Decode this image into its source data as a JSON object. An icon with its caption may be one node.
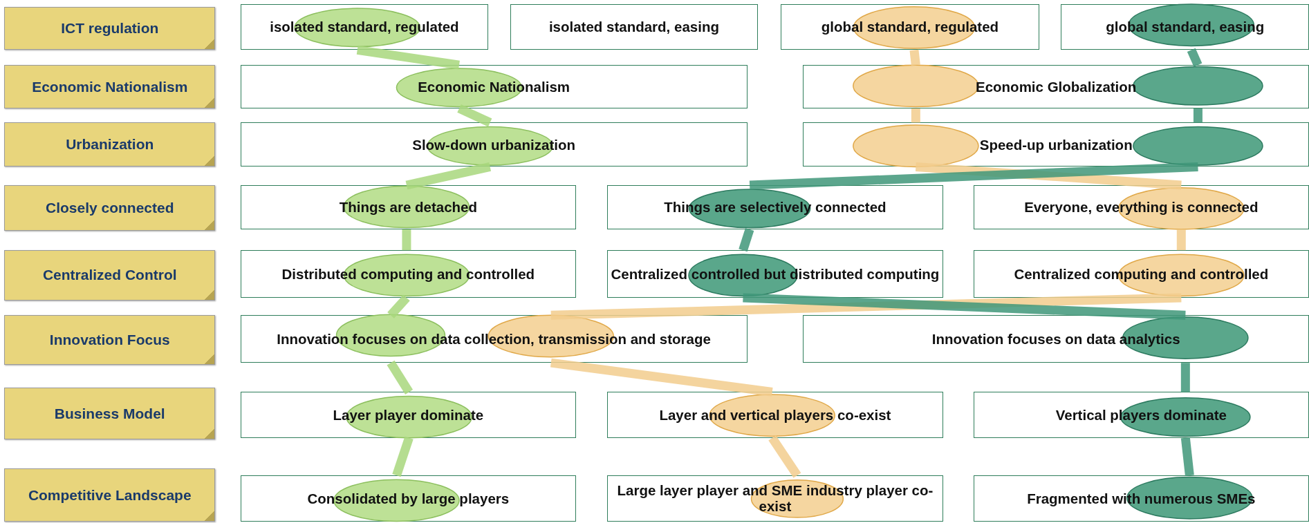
{
  "diagram": {
    "nodes": [
      {
        "text": [
          "ICT regulation"
        ]
      },
      {
        "text": [
          "Economic Nationalism"
        ]
      },
      {
        "text": [
          "Urbanization"
        ]
      },
      {
        "text": [
          "Closely connected"
        ]
      },
      {
        "text": [
          "Centralized Control"
        ]
      },
      {
        "text": [
          "Innovation Focus"
        ]
      },
      {
        "text": [
          "Business Model"
        ]
      },
      {
        "text": [
          "Competitive Landscape"
        ]
      },
      {
        "text": [
          "isolated standard, regulated"
        ]
      },
      {
        "text": [
          "isolated standard, easing"
        ]
      },
      {
        "text": [
          "global standard, regulated"
        ]
      },
      {
        "text": [
          "global standard, easing"
        ]
      },
      {
        "text": [
          "Economic Nationalism"
        ]
      },
      {
        "text": [
          "Economic Globalization"
        ]
      },
      {
        "text": [
          "Slow-down urbanization"
        ]
      },
      {
        "text": [
          "Speed-up urbanization"
        ]
      },
      {
        "text": [
          "Things are detached"
        ]
      },
      {
        "text": [
          "Things are selectively connected"
        ]
      },
      {
        "text": [
          "Everyone, everything is connected"
        ]
      },
      {
        "text": [
          "Distributed computing and controlled"
        ]
      },
      {
        "text": [
          "Centralized controlled but distributed computing"
        ]
      },
      {
        "text": [
          "Centralized computing and controlled"
        ]
      },
      {
        "text": [
          "Innovation focuses on data collection, transmission and storage"
        ]
      },
      {
        "text": [
          "Innovation focuses on data analytics"
        ]
      },
      {
        "text": [
          "Layer player dominate"
        ]
      },
      {
        "text": [
          "Layer and vertical players co-exist"
        ]
      },
      {
        "text": [
          "Vertical players dominate"
        ]
      },
      {
        "text": [
          "Consolidated by large players"
        ]
      },
      {
        "text": [
          "Large layer player and SME industry player co-exist"
        ]
      },
      {
        "text": [
          "Fragmented with numerous SMEs"
        ]
      }
    ],
    "edges": [
      {
        "from": 8,
        "to": 12,
        "arrow": "none",
        "color": "#a8d77c"
      },
      {
        "from": 12,
        "to": 14,
        "arrow": "none",
        "color": "#a8d77c"
      },
      {
        "from": 14,
        "to": 16,
        "arrow": "none",
        "color": "#a8d77c"
      },
      {
        "from": 16,
        "to": 19,
        "arrow": "none",
        "color": "#a8d77c"
      },
      {
        "from": 19,
        "to": 22,
        "arrow": "none",
        "color": "#a8d77c"
      },
      {
        "from": 22,
        "to": 24,
        "arrow": "none",
        "color": "#a8d77c"
      },
      {
        "from": 24,
        "to": 27,
        "arrow": "none",
        "color": "#a8d77c"
      },
      {
        "from": 10,
        "to": 13,
        "arrow": "none",
        "color": "#f2cd8d"
      },
      {
        "from": 13,
        "to": 15,
        "arrow": "none",
        "color": "#f2cd8d"
      },
      {
        "from": 15,
        "to": 18,
        "arrow": "none",
        "color": "#f2cd8d"
      },
      {
        "from": 18,
        "to": 21,
        "arrow": "none",
        "color": "#f2cd8d"
      },
      {
        "from": 21,
        "to": 22,
        "arrow": "none",
        "color": "#f2cd8d"
      },
      {
        "from": 22,
        "to": 25,
        "arrow": "none",
        "color": "#f2cd8d"
      },
      {
        "from": 25,
        "to": 28,
        "arrow": "none",
        "color": "#f2cd8d"
      },
      {
        "from": 11,
        "to": 13,
        "arrow": "none",
        "color": "#3f9679"
      },
      {
        "from": 13,
        "to": 15,
        "arrow": "none",
        "color": "#3f9679"
      },
      {
        "from": 15,
        "to": 17,
        "arrow": "none",
        "color": "#3f9679"
      },
      {
        "from": 17,
        "to": 20,
        "arrow": "none",
        "color": "#3f9679"
      },
      {
        "from": 20,
        "to": 23,
        "arrow": "none",
        "color": "#3f9679"
      },
      {
        "from": 23,
        "to": 26,
        "arrow": "none",
        "color": "#3f9679"
      },
      {
        "from": 26,
        "to": 29,
        "arrow": "none",
        "color": "#3f9679"
      }
    ]
  }
}
